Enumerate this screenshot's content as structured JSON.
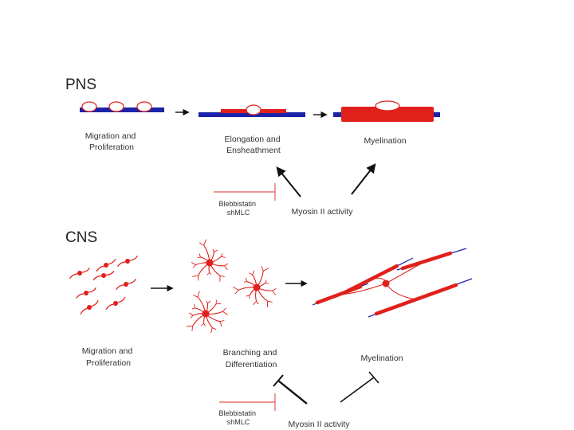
{
  "pns": {
    "title": "PNS",
    "stage1": {
      "line1": "Migration and",
      "line2": "Proliferation"
    },
    "stage2": {
      "line1": "Elongation and",
      "line2": "Ensheathment"
    },
    "stage3": {
      "line1": "Myelination"
    },
    "inhibitor": {
      "line1": "Blebbistatin",
      "line2": "shMLC"
    },
    "activity": "Myosin II activity"
  },
  "cns": {
    "title": "CNS",
    "stage1": {
      "line1": "Migration and",
      "line2": "Proliferation"
    },
    "stage2": {
      "line1": "Branching and",
      "line2": "Differentiation"
    },
    "stage3": {
      "line1": "Myelination"
    },
    "inhibitor": {
      "line1": "Blebbistatin",
      "line2": "shMLC"
    },
    "activity": "Myosin II activity"
  },
  "colors": {
    "axon": "#1b23a8",
    "cell": "#e0201b",
    "inhibitor": "#e8726e",
    "ink": "#111111"
  }
}
